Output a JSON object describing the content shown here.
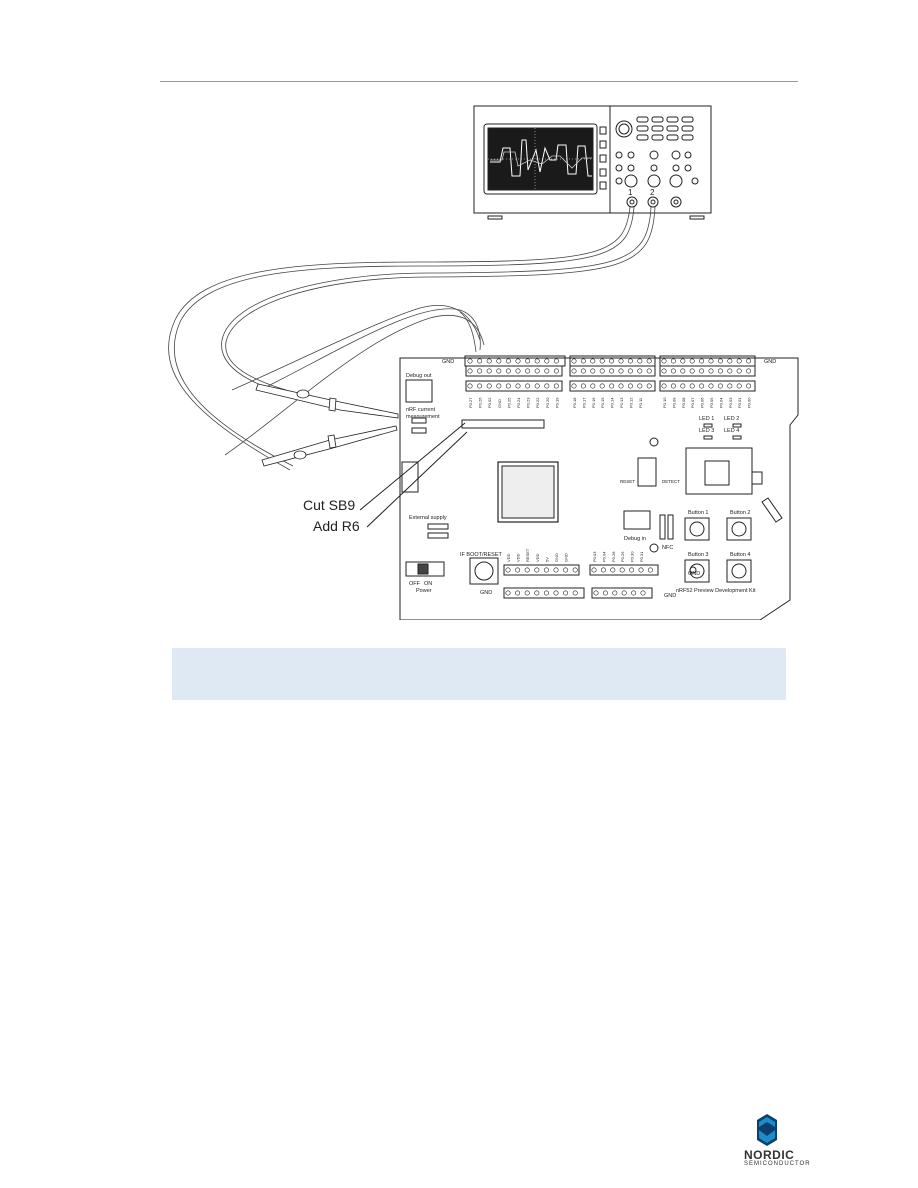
{
  "callouts": {
    "cut": "Cut SB9",
    "add": "Add R6"
  },
  "board": {
    "title": "nRF52 Preview Development Kit",
    "debug_out": "Debug out",
    "current_meas_1": "nRF current",
    "current_meas_2": "measurement",
    "external_supply": "External supply",
    "if_boot_reset": "IF BOOT/RESET",
    "debug_in": "Debug in",
    "nfc": "NFC",
    "gnd": "GND",
    "power": "Power",
    "off": "OFF",
    "on": "ON",
    "buttons": [
      "Button 1",
      "Button 2",
      "Button 3",
      "Button 4"
    ],
    "leds": [
      "LED 1",
      "LED 2",
      "LED 3",
      "LED 4"
    ],
    "reset": "RESET",
    "detect": "DETECT",
    "top_pins_left": [
      "P0.27",
      "P0.26",
      "P0.02",
      "GND",
      "P0.25",
      "P0.24",
      "P0.23",
      "P0.22",
      "P0.20",
      "P0.19"
    ],
    "top_pins_mid": [
      "P0.18",
      "P0.17",
      "P0.16",
      "P0.15",
      "P0.14",
      "P0.13",
      "P0.12",
      "P0.11"
    ],
    "top_pins_right": [
      "P0.10",
      "P0.09",
      "P0.08",
      "P0.07",
      "P0.06",
      "P0.05",
      "P0.04",
      "P0.03",
      "P0.01",
      "P0.00"
    ],
    "bottom_pins_left": [
      "VDD",
      "VDD",
      "RESET",
      "VDD",
      "5V",
      "GND",
      "GND"
    ],
    "bottom_pins_right": [
      "P0.03",
      "P0.04",
      "P0.28",
      "P0.29",
      "P0.30",
      "P0.31"
    ]
  },
  "scope": {
    "channel_1": "1",
    "channel_2": "2"
  },
  "logo": {
    "name": "NORDIC",
    "sub": "SEMICONDUCTOR"
  },
  "colors": {
    "rule": "#9a9a9a",
    "note_bg": "#dfe9f4",
    "logo_blue": "#1e8cc9",
    "logo_dark": "#0a3f6e"
  }
}
